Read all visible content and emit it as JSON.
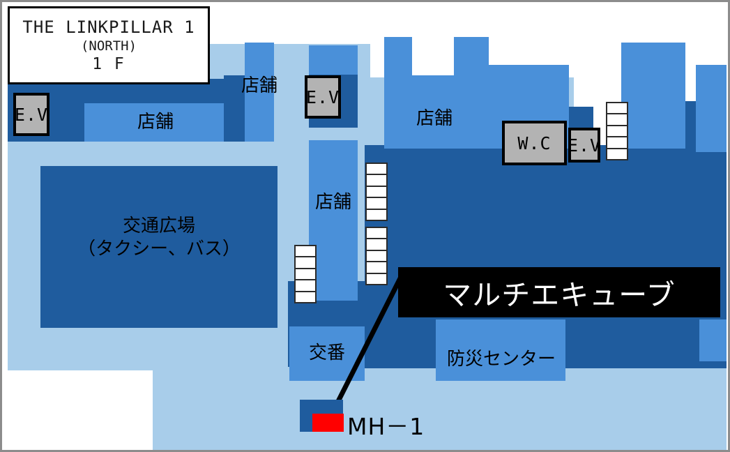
{
  "title_plate": {
    "line1": "THE LINKPILLAR 1",
    "line2": "(NORTH)",
    "line3": "1 F"
  },
  "callout": {
    "label": "マルチエキューブ"
  },
  "legend": {
    "label": "MH－1",
    "marker_color": "#ff0000",
    "marker_base_color": "#1f5c9e"
  },
  "palette": {
    "light_blue": "#a8cdea",
    "mid_blue": "#4a90d9",
    "dark_blue": "#1f5c9e",
    "facility_gray": "#b3b3b3",
    "frame_gray": "#8c8c8c",
    "white": "#ffffff",
    "black": "#000000",
    "accent_red": "#ff0000"
  },
  "areas": [
    {
      "id": "shop-upper-left",
      "label": "店舗"
    },
    {
      "id": "shop-upper-mid",
      "label": "店舗"
    },
    {
      "id": "shop-upper-right",
      "label": "店舗"
    },
    {
      "id": "shop-center",
      "label": "店舗"
    },
    {
      "id": "traffic-plaza",
      "label_line1": "交通広場",
      "label_line2": "（タクシー、バス）"
    },
    {
      "id": "police-box",
      "label": "交番"
    },
    {
      "id": "disaster-center",
      "label": "防災センター"
    }
  ],
  "facilities": [
    {
      "id": "ev-left",
      "label": "E.V",
      "kind": "elevator"
    },
    {
      "id": "ev-center",
      "label": "E.V",
      "kind": "elevator"
    },
    {
      "id": "wc-right",
      "label": "W.C",
      "kind": "restroom"
    },
    {
      "id": "ev-right",
      "label": "E.V",
      "kind": "elevator"
    }
  ],
  "stairs": [
    {
      "id": "stairs-right-top",
      "steps": 5
    },
    {
      "id": "stairs-center-top",
      "steps": 5
    },
    {
      "id": "stairs-center-mid",
      "steps": 5
    },
    {
      "id": "stairs-center-low",
      "steps": 5
    }
  ]
}
